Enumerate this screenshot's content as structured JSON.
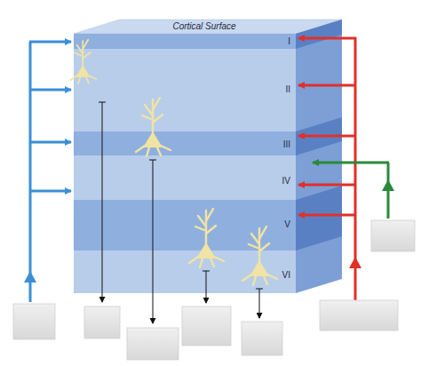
{
  "diagram": {
    "nodes": [
      {
        "text": [
          "I"
        ]
      },
      {
        "text": [
          "II"
        ]
      },
      {
        "text": [
          "III"
        ]
      },
      {
        "text": [
          "IV"
        ]
      },
      {
        "text": [
          "V"
        ]
      },
      {
        "text": [
          "VI"
        ]
      }
    ],
    "labels": [
      "Cortical Surface"
    ]
  }
}
